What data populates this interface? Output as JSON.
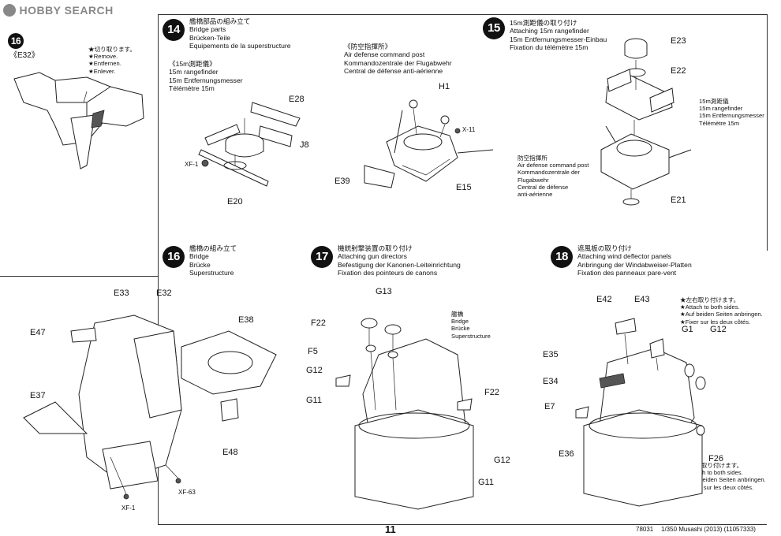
{
  "site": {
    "logo_text": "HOBBY SEARCH"
  },
  "step16_mini": {
    "badge": "16"
  },
  "e32_tag": {
    "label": "《E32》"
  },
  "remove_note": [
    "★切り取ります。",
    "★Remove.",
    "★Entfernen.",
    "★Enlever."
  ],
  "step14": {
    "badge": "14",
    "lines": [
      "艦橋部品の組み立て",
      "Bridge parts",
      "Brücken-Teile",
      "Equipements de la superstructure"
    ],
    "sub": [
      "《15m測距儀》",
      "15m rangefinder",
      "15m Entfernungsmesser",
      "Télémètre 15m"
    ],
    "parts": {
      "e28": "E28",
      "j8": "J8",
      "xf1": "XF-1",
      "e20": "E20"
    }
  },
  "adcp": {
    "lines": [
      "《防空指揮所》",
      "Air defense command post",
      "Kommandozentrale der Flugabwehr",
      "Central de défense anti-aérienne"
    ],
    "parts": {
      "h1": "H1",
      "x11": "X-11",
      "e39": "E39",
      "e15": "E15"
    }
  },
  "step15": {
    "badge": "15",
    "lines": [
      "15m測距儀の取り付け",
      "Attaching 15m rangefinder",
      "15m Entfernungsmesser-Einbau",
      "Fixation du télémètre 15m"
    ],
    "rf_note": [
      "15m測距儀",
      "15m rangefinder",
      "15m Entfernungsmesser",
      "Télémètre 15m"
    ],
    "adcp_note": [
      "防空指揮所",
      "Air defense command post",
      "Kommandozentrale der",
      "Flugabwehr",
      "Central de défense",
      "anti-aérienne"
    ],
    "parts": {
      "e23": "E23",
      "e22": "E22",
      "e21": "E21"
    }
  },
  "step16": {
    "badge": "16",
    "lines": [
      "艦橋の組み立て",
      "Bridge",
      "Brücke",
      "Superstructure"
    ],
    "parts": {
      "e33": "E33",
      "e32": "E32",
      "e47": "E47",
      "e38": "E38",
      "e37": "E37",
      "e48": "E48",
      "xf1": "XF-1",
      "xf63": "XF-63"
    }
  },
  "step17": {
    "badge": "17",
    "lines": [
      "機銃射撃装置の取り付け",
      "Attaching gun directors",
      "Befestigung der Kanonen-Leiteinrichtung",
      "Fixation des pointeurs de canons"
    ],
    "bridge_note": [
      "艦橋",
      "Bridge",
      "Brücke",
      "Superstructure"
    ],
    "parts": {
      "g13": "G13",
      "f22a": "F22",
      "f5": "F5",
      "g12a": "G12",
      "g11a": "G11",
      "f22b": "F22",
      "g12b": "G12",
      "g11b": "G11"
    }
  },
  "step18": {
    "badge": "18",
    "lines": [
      "遮風板の取り付け",
      "Attaching wind deflector panels",
      "Anbringung der Windabweiser-Platten",
      "Fixation des panneaux pare-vent"
    ],
    "note_top": [
      "★左右取り付けます。",
      "★Attach to both sides.",
      "★Auf beiden Seiten anbringen.",
      "★Fixer sur les deux côtés."
    ],
    "note_bottom": [
      "★左右取り付けます。",
      "★Attach to both sides.",
      "★Auf beiden Seiten anbringen.",
      "★Fixer sur les deux côtés."
    ],
    "parts": {
      "e42": "E42",
      "e43": "E43",
      "g1": "G1",
      "g12": "G12",
      "e35": "E35",
      "e34": "E34",
      "e7": "E7",
      "e36": "E36",
      "f26": "F26"
    }
  },
  "footer": {
    "page": "11",
    "code": "78031",
    "title": "1/350 Musashi (2013) (11057333)"
  }
}
